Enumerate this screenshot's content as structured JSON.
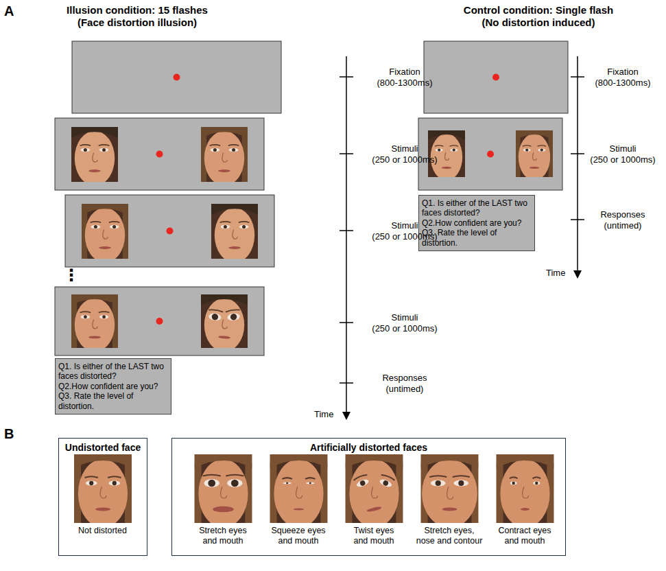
{
  "diagram": {
    "nodes": [
      {
        "text": [
          "Q1. Is either of the LAST two faces distorted?",
          "Q2.How confident are you?",
          "Q3. Rate the level of distortion."
        ]
      },
      {
        "text": [
          "Q1. Is either of the LAST two faces distorted?",
          "Q2.How confident are you?",
          "Q3. Rate the level of distortion."
        ]
      },
      {
        "text": [
          "Undistorted face",
          "Not distorted"
        ]
      },
      {
        "text": [
          "Artificially distorted faces",
          "Stretch eyes and mouth",
          "Squeeze eyes and mouth",
          "Twist eyes and mouth",
          "Stretch eyes, nose and contour",
          "Contract eyes and mouth"
        ]
      }
    ],
    "labels": [
      "A",
      "Illusion condition: 15 flashes (Face distortion illusion)",
      "Fixation (800-1300ms)",
      "Stimuli (250 or 1000ms)",
      "Stimuli (250 or 1000ms)",
      "⋮",
      "Stimuli (250 or 1000ms)",
      "Responses (untimed)",
      "Time",
      "Control condition: Single flash (No distortion induced)",
      "Fixation (800-1300ms)",
      "Stimuli (250 or 1000ms)",
      "Responses (untimed)",
      "Time",
      "B"
    ]
  }
}
